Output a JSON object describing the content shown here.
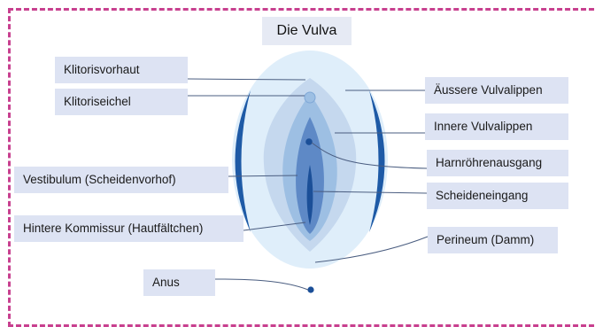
{
  "title": "Die Vulva",
  "colors": {
    "frame": "#c8408f",
    "label_bg": "#dde3f3",
    "outer_halo": "#dfeefa",
    "outer_lips": "#c5d8ee",
    "inner_lips": "#9dbfe3",
    "vestibule": "#5e89c6",
    "opening": "#1b4f98",
    "lines": "#4a5d80"
  },
  "labels": {
    "clitoral_hood": "Klitorisvorhaut",
    "clitoris_glans": "Klitoriseichel",
    "vestibule": "Vestibulum (Scheidenvorhof)",
    "posterior_commissure": "Hintere Kommissur (Hautfältchen)",
    "anus": "Anus",
    "outer_labia": "Äussere Vulvalippen",
    "inner_labia": "Innere Vulvalippen",
    "urethral_opening": "Harnröhrenausgang",
    "vaginal_opening": "Scheideneingang",
    "perineum": "Perineum (Damm)"
  }
}
